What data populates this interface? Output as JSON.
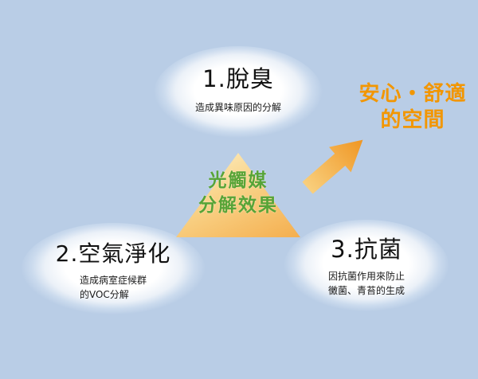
{
  "canvas": {
    "background_color": "#b9cde6"
  },
  "bubbles": [
    {
      "id": "deodorize",
      "title": "1.脫臭",
      "desc_lines": [
        "造成異味原因的分解"
      ]
    },
    {
      "id": "air-purification",
      "title": "2.空氣淨化",
      "desc_lines": [
        "造成病室症候群",
        "的VOC分解"
      ]
    },
    {
      "id": "antibacterial",
      "title": "3.抗菌",
      "desc_lines": [
        "因抗菌作用來防止",
        "黴菌、青苔的生成"
      ]
    }
  ],
  "center": {
    "line1": "光觸媒",
    "line2": "分解效果",
    "text_color": "#57a437",
    "triangle_color_top": "#fdf1c9",
    "triangle_color_bottom": "#f4ae4e"
  },
  "result": {
    "line1": "安心・舒適",
    "line2": "的空間",
    "text_color": "#f29600"
  },
  "arrow": {
    "direction": "up-right",
    "color_tail": "#f9cf7d",
    "color_head": "#ef9623"
  }
}
